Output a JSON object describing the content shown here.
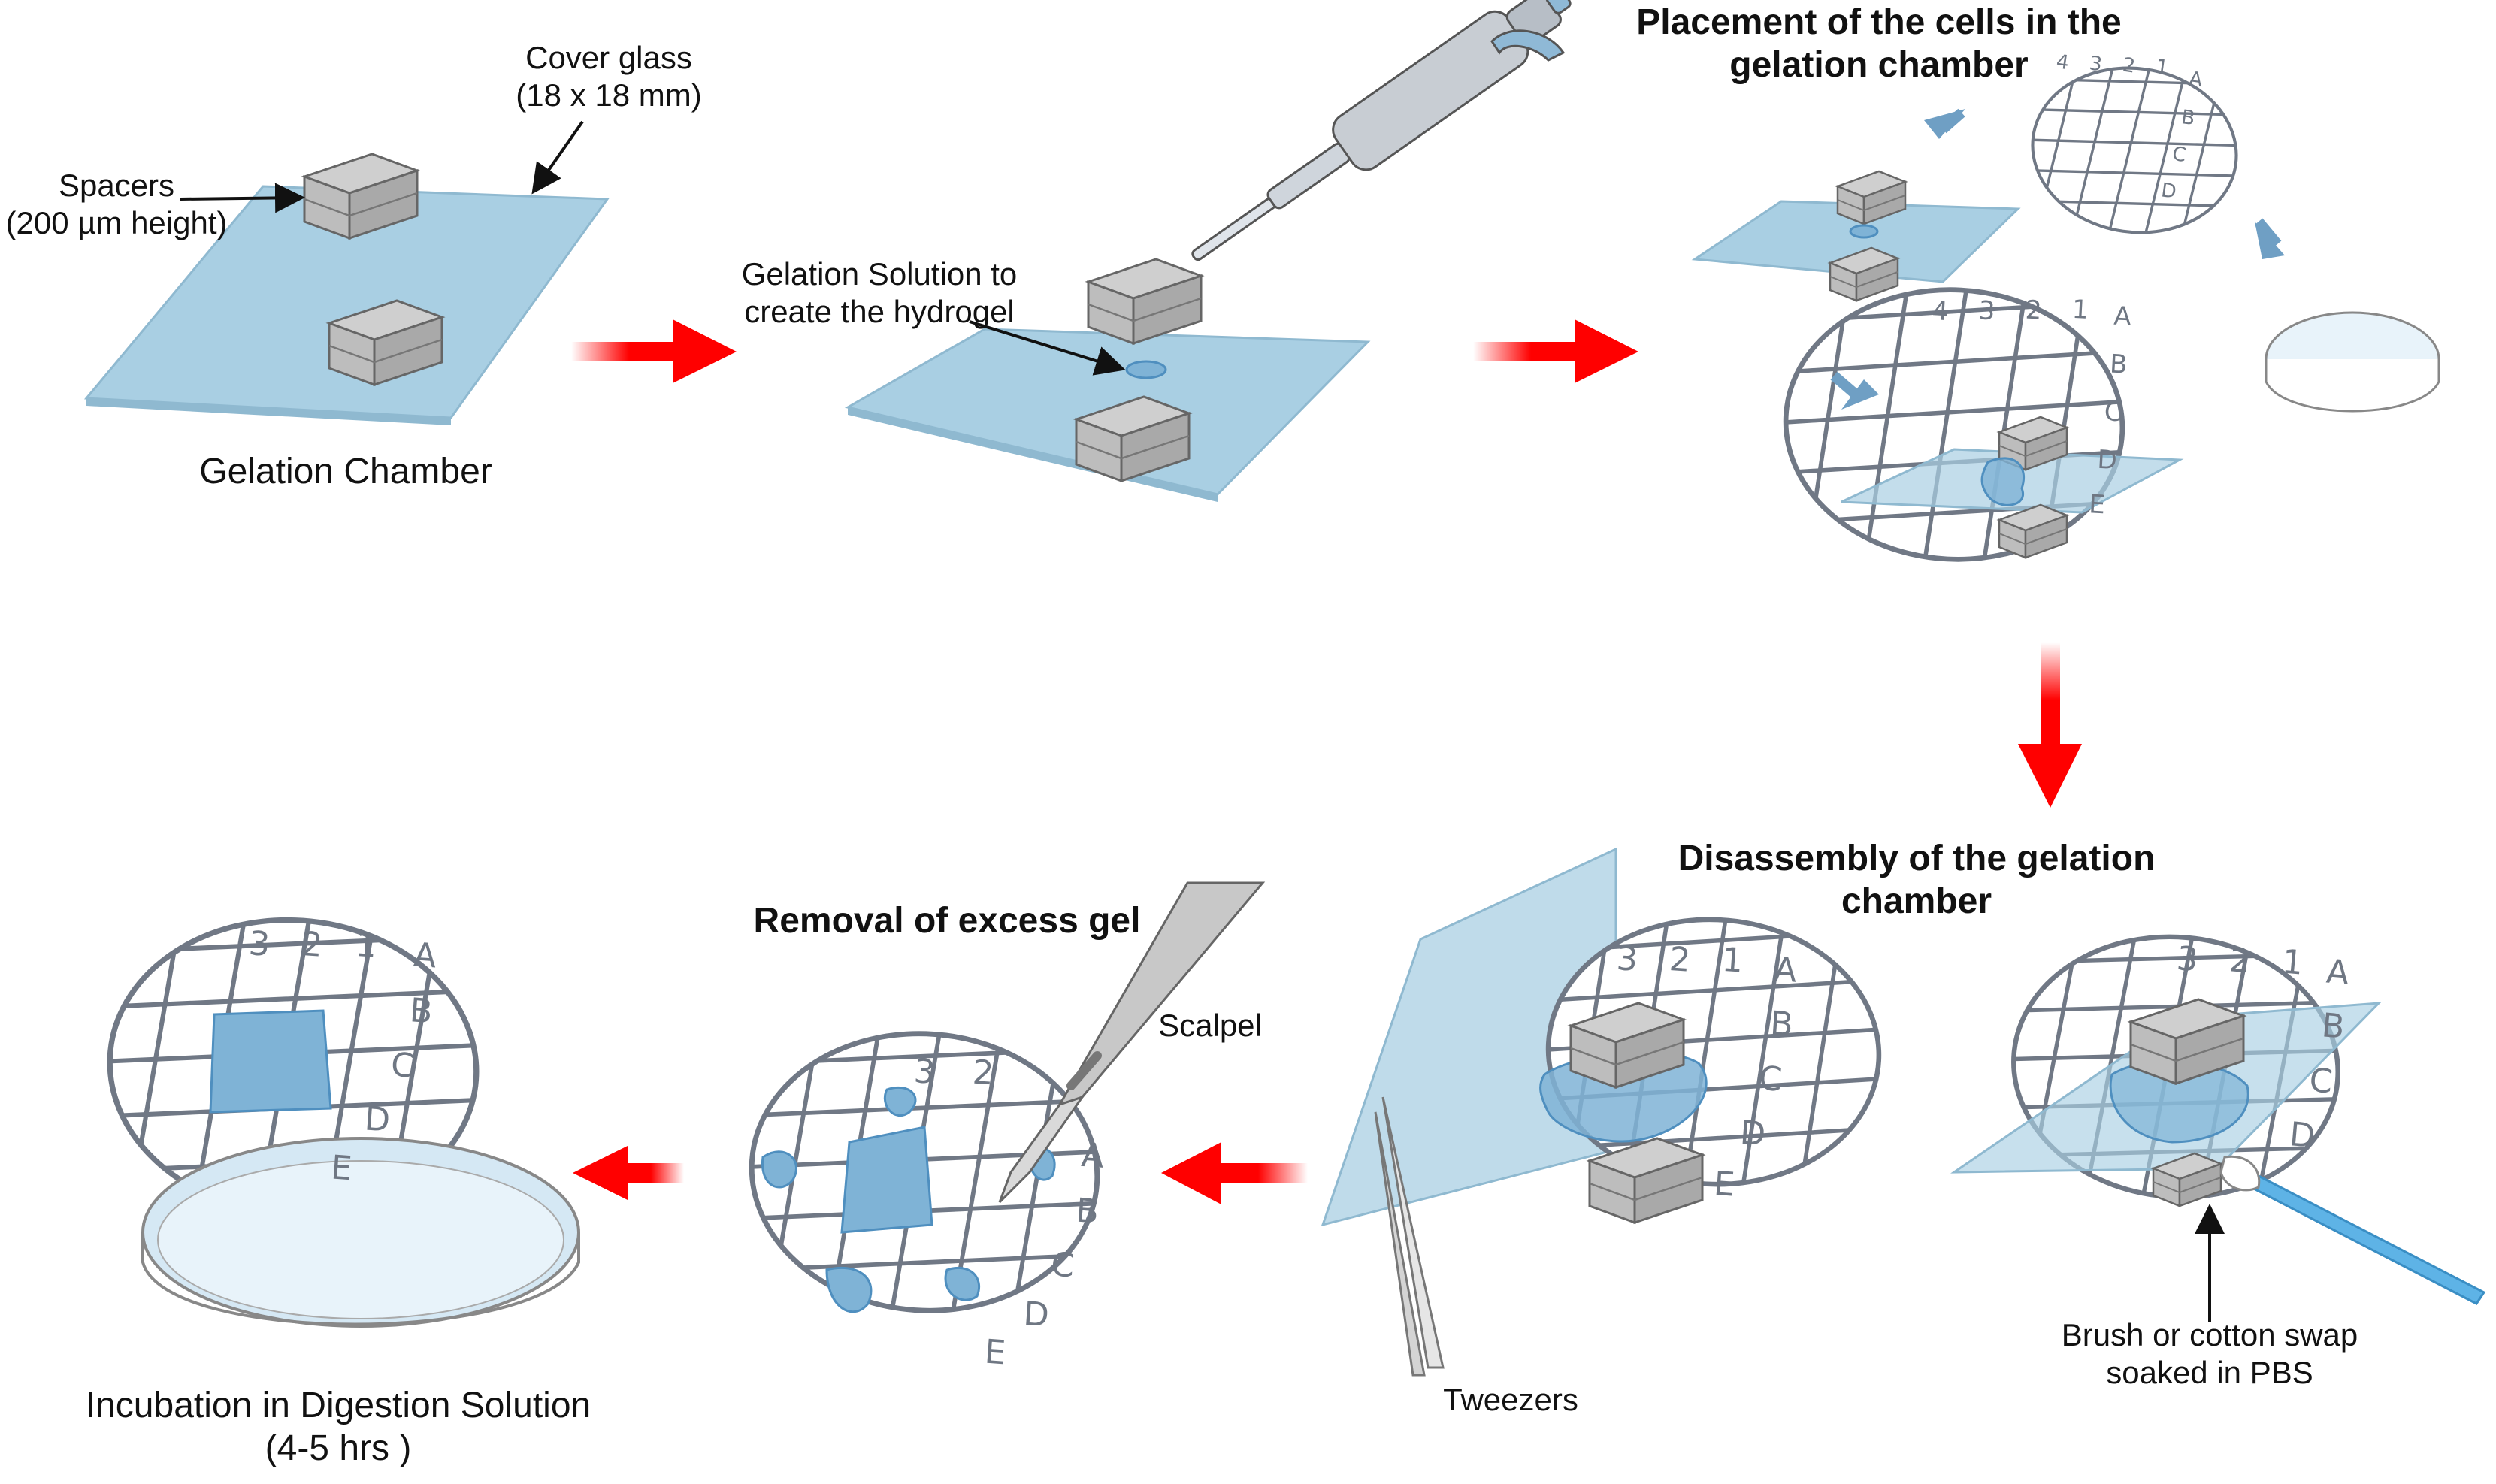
{
  "labels": {
    "cover_glass_1": "Cover glass",
    "cover_glass_2": "(18 x 18 mm)",
    "spacers_1": "Spacers",
    "spacers_2": "(200 µm height)",
    "gelation_chamber": "Gelation Chamber",
    "gelation_solution_1": "Gelation Solution to",
    "gelation_solution_2": "create the hydrogel",
    "placement_1": "Placement of the cells in the",
    "placement_2": "gelation chamber",
    "disassembly_1": "Disassembly of the gelation",
    "disassembly_2": "chamber",
    "removal": "Removal of excess gel",
    "scalpel": "Scalpel",
    "tweezers": "Tweezers",
    "brush_1": "Brush or cotton swap",
    "brush_2": "soaked in PBS",
    "incubation_1": "Incubation in Digestion Solution",
    "incubation_2": "(4-5 hrs )"
  },
  "grid_letters": [
    "A",
    "B",
    "C",
    "D",
    "E"
  ],
  "grid_numbers": [
    "4",
    "3",
    "2",
    "1"
  ],
  "grid_numbers_short": [
    "3",
    "2",
    "1"
  ],
  "colors": {
    "glass": "#a9cfe3",
    "glass_edge": "#8fb9d0",
    "gel": "#6fa6cf",
    "spacer": "#b3b3b3",
    "flow_arrow": "#ff0000",
    "small_arrow": "#6f9fc4",
    "grid": "#707885"
  }
}
